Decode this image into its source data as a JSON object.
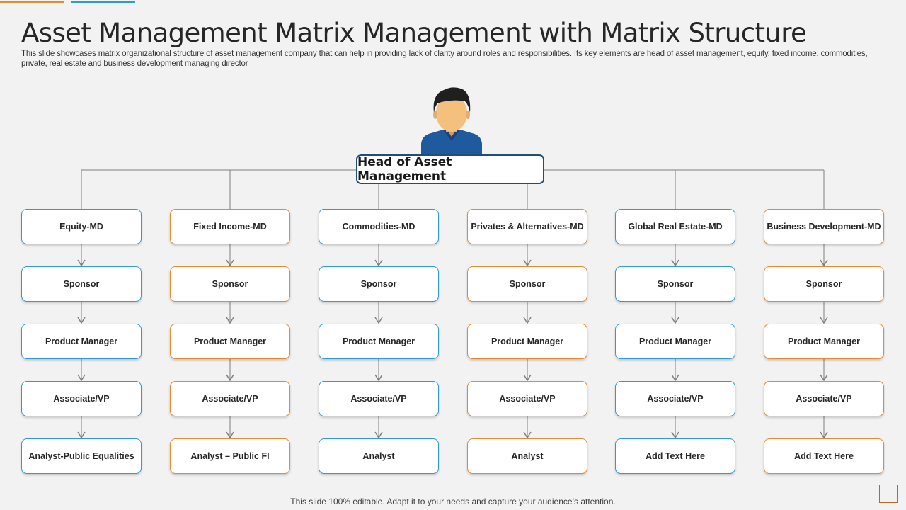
{
  "title": "Asset Management Matrix Management with Matrix Structure",
  "subtitle": "This slide showcases matrix organizational structure of asset management company that can help in providing lack of clarity around roles and responsibilities. Its key elements are head of asset management, equity, fixed income, commodities, private, real estate and business development managing director",
  "head": "Head of Asset Management",
  "columns": [
    {
      "color": "blue",
      "items": [
        "Equity-MD",
        "Sponsor",
        "Product Manager",
        "Associate/VP",
        "Analyst-Public  Equalities"
      ]
    },
    {
      "color": "orange",
      "items": [
        "Fixed  Income-MD",
        "Sponsor",
        "Product Manager",
        "Associate/VP",
        "Analyst – Public FI"
      ]
    },
    {
      "color": "blue",
      "items": [
        "Commodities-MD",
        "Sponsor",
        "Product Manager",
        "Associate/VP",
        "Analyst"
      ]
    },
    {
      "color": "orange",
      "items": [
        "Privates & Alternatives-MD",
        "Sponsor",
        "Product Manager",
        "Associate/VP",
        "Analyst"
      ]
    },
    {
      "color": "blue",
      "items": [
        "Global  Real Estate-MD",
        "Sponsor",
        "Product Manager",
        "Associate/VP",
        "Add  Text Here"
      ]
    },
    {
      "color": "orange",
      "items": [
        "Business Development-MD",
        "Sponsor",
        "Product Manager",
        "Associate/VP",
        "Add  Text Here"
      ]
    }
  ],
  "footer": "This slide 100% editable. Adapt it to your needs and capture your audience’s attention.",
  "colors": {
    "blue_border": "#2e9bd6",
    "orange_border": "#e8892b",
    "head_border": "#1f4e79",
    "connector": "#7f7f7f",
    "accent_orange": "#e8892b",
    "accent_blue": "#2e9bd6"
  },
  "icons": {
    "avatar": "person-avatar-icon",
    "corner": "square-outline-icon"
  }
}
